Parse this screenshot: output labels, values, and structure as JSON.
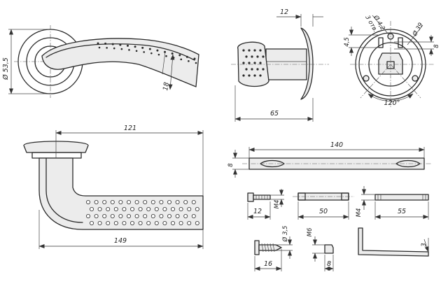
{
  "top_view": {
    "rosette_diameter": "Ø 53,5",
    "lever_thickness": "18"
  },
  "side_view": {
    "rosette_thickness": "12",
    "projection": "65"
  },
  "rosette_back": {
    "hole_diameter": "Ø 4,2",
    "hole_count": "3 отв.",
    "outer_diameter": "Ø 39",
    "offset": "4,5",
    "spindle": "8",
    "angle": "120°"
  },
  "front_view": {
    "lever_length": "121",
    "overall_length": "149"
  },
  "spindle_part": {
    "length": "140",
    "section": "8"
  },
  "hardware": {
    "screw_a_length": "12",
    "screw_a_thread": "M4",
    "rod_length": "50",
    "screw_b_thread": "M4",
    "rod_b_length": "55",
    "wood_screw_diameter": "Ø 3,5",
    "wood_screw_length": "16",
    "grub_screw_thread": "M6",
    "grub_screw_length": "8",
    "hex_key_size": "3"
  }
}
